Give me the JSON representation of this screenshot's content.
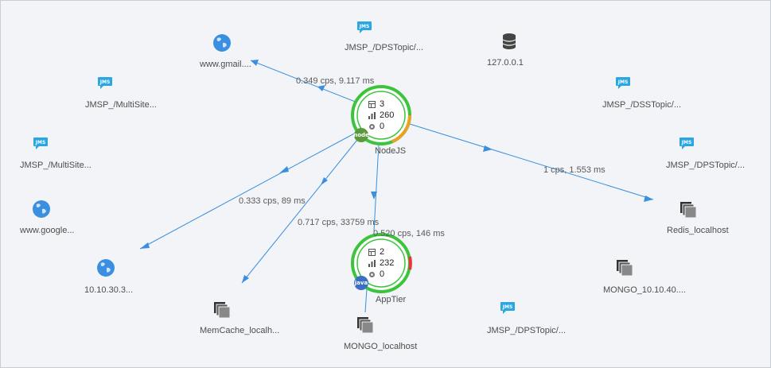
{
  "nodes": {
    "nodejs": {
      "name": "NodeJS",
      "stat1": "3",
      "stat2": "260",
      "stat3": "0",
      "badge": "node"
    },
    "apptier": {
      "name": "AppTier",
      "stat1": "2",
      "stat2": "232",
      "stat3": "0",
      "badge": "java"
    },
    "gmail": {
      "name": "www.gmail...."
    },
    "jms_dps_top": {
      "name": "JMSP_/DPSTopic/..."
    },
    "localhost_db": {
      "name": "127.0.0.1"
    },
    "jms_multisite1": {
      "name": "JMSP_/MultiSite..."
    },
    "jms_dss": {
      "name": "JMSP_/DSSTopic/..."
    },
    "jms_multisite2": {
      "name": "JMSP_/MultiSite..."
    },
    "jms_dps_right": {
      "name": "JMSP_/DPSTopic/..."
    },
    "google": {
      "name": "www.google..."
    },
    "redis": {
      "name": "Redis_localhost"
    },
    "ip_10": {
      "name": "10.10.30.3..."
    },
    "mongo_10": {
      "name": "MONGO_10.10.40...."
    },
    "memcache": {
      "name": "MemCache_localh..."
    },
    "mongo_local": {
      "name": "MONGO_localhost"
    },
    "jms_dps_bottom": {
      "name": "JMSP_/DPSTopic/..."
    }
  },
  "jms_icon_text": "JMS",
  "edges": {
    "to_gmail": "0.349 cps, 9.117 ms",
    "to_redis": "1 cps, 1.553 ms",
    "to_ip": "0.333 cps, 89 ms",
    "to_memcache": "0.717 cps, 33759 ms",
    "to_apptier": "0.520 cps, 146 ms"
  },
  "colors": {
    "edge": "#3a8fe0",
    "ring_ok": "#3cc43c",
    "ring_warn": "#f0a020",
    "ring_err": "#e53935",
    "jms": "#2aa6e0",
    "globe": "#3a8fe0"
  }
}
